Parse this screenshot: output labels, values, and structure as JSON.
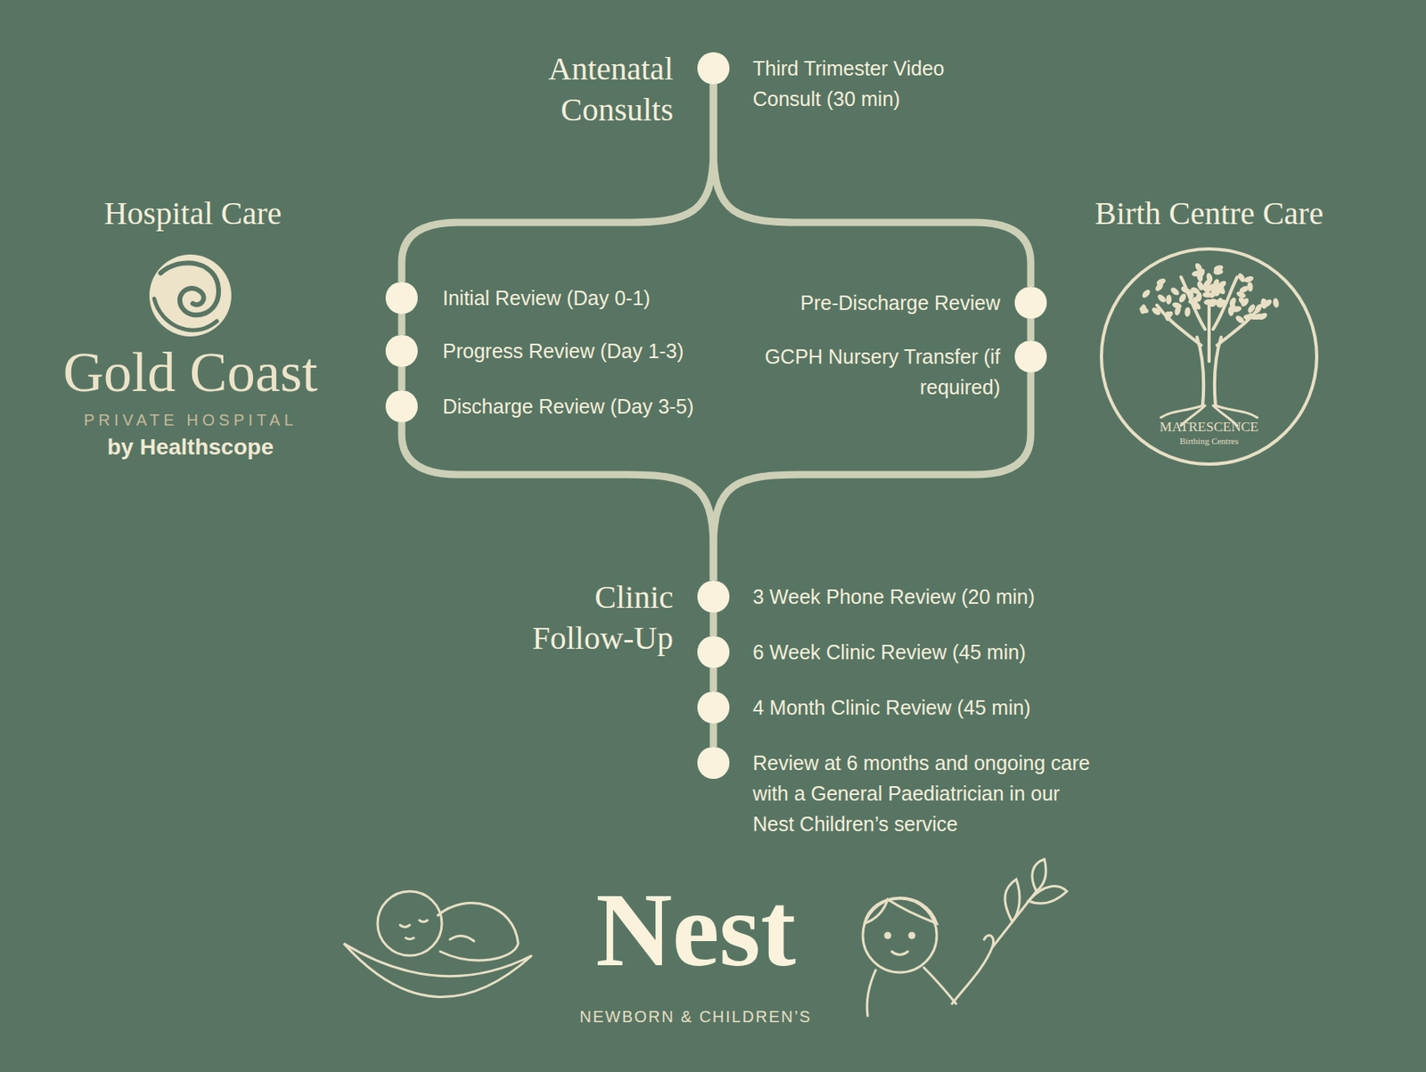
{
  "diagram": {
    "nodes": [
      {
        "text": [
          "Third Trimester Video Consult (30 min)"
        ]
      },
      {
        "text": [
          "Initial Review (Day 0-1)"
        ]
      },
      {
        "text": [
          "Progress Review (Day 1-3)"
        ]
      },
      {
        "text": [
          "Discharge Review (Day 3-5)"
        ]
      },
      {
        "text": [
          "Pre-Discharge Review"
        ]
      },
      {
        "text": [
          "GCPH Nursery Transfer (if required)"
        ]
      },
      {
        "text": [
          "3 Week Phone Review (20 min)"
        ]
      },
      {
        "text": [
          "6 Week Clinic Review (45 min)"
        ]
      },
      {
        "text": [
          "4 Month Clinic Review (45 min)"
        ]
      },
      {
        "text": [
          "Review at 6 months and ongoing care with a General Paediatrician in our Nest Children’s service"
        ]
      }
    ],
    "edges": [
      {
        "from": 0,
        "to": 1,
        "arrow": "none"
      },
      {
        "from": 0,
        "to": 4,
        "arrow": "none"
      },
      {
        "from": 1,
        "to": 2,
        "arrow": "none"
      },
      {
        "from": 2,
        "to": 3,
        "arrow": "none"
      },
      {
        "from": 4,
        "to": 5,
        "arrow": "none"
      },
      {
        "from": 3,
        "to": 6,
        "arrow": "none"
      },
      {
        "from": 5,
        "to": 6,
        "arrow": "none"
      },
      {
        "from": 6,
        "to": 7,
        "arrow": "none"
      },
      {
        "from": 7,
        "to": 8,
        "arrow": "none"
      },
      {
        "from": 8,
        "to": 9,
        "arrow": "none"
      }
    ],
    "labels": [
      "Antenatal Consults",
      "Hospital Care",
      "Birth Centre Care",
      "Clinic Follow-Up",
      "Gold Coast",
      "PRIVATE HOSPITAL",
      "by Healthscope",
      "MATRESCENCE",
      "Birthing Centres",
      "Nest",
      "NEWBORN & CHILDREN’S"
    ]
  }
}
